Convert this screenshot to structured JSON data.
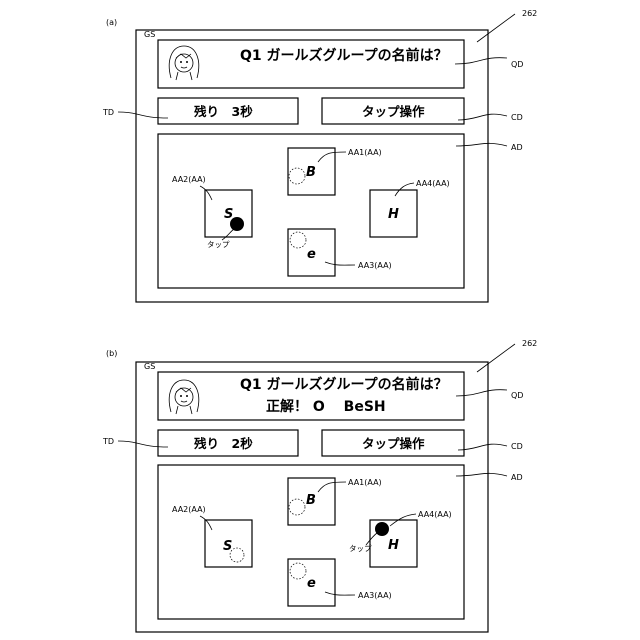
{
  "panel_a": {
    "fig_label": "(a)",
    "ref_num": "262",
    "screen_label": "GS",
    "question": "Q1 ガールズグループの名前は？",
    "timer": "残り　3秒",
    "control": "タップ操作",
    "callouts": {
      "qd": "QD",
      "td": "TD",
      "cd": "CD",
      "ad": "AD"
    },
    "keys": [
      {
        "letter": "B",
        "label": "AA1(AA)"
      },
      {
        "letter": "S",
        "label": "AA2(AA)"
      },
      {
        "letter": "e",
        "label": "AA3(AA)"
      },
      {
        "letter": "H",
        "label": "AA4(AA)"
      }
    ],
    "tap_label": "タップ"
  },
  "panel_b": {
    "fig_label": "(b)",
    "ref_num": "262",
    "screen_label": "GS",
    "question": "Q1 ガールズグループの名前は？",
    "answer": "正解！ O　 BeSH",
    "timer": "残り　2秒",
    "control": "タップ操作",
    "callouts": {
      "qd": "QD",
      "td": "TD",
      "cd": "CD",
      "ad": "AD"
    },
    "keys": [
      {
        "letter": "B",
        "label": "AA1(AA)"
      },
      {
        "letter": "S",
        "label": "AA2(AA)"
      },
      {
        "letter": "e",
        "label": "AA3(AA)"
      },
      {
        "letter": "H",
        "label": "AA4(AA)"
      }
    ],
    "tap_label": "タップ"
  }
}
